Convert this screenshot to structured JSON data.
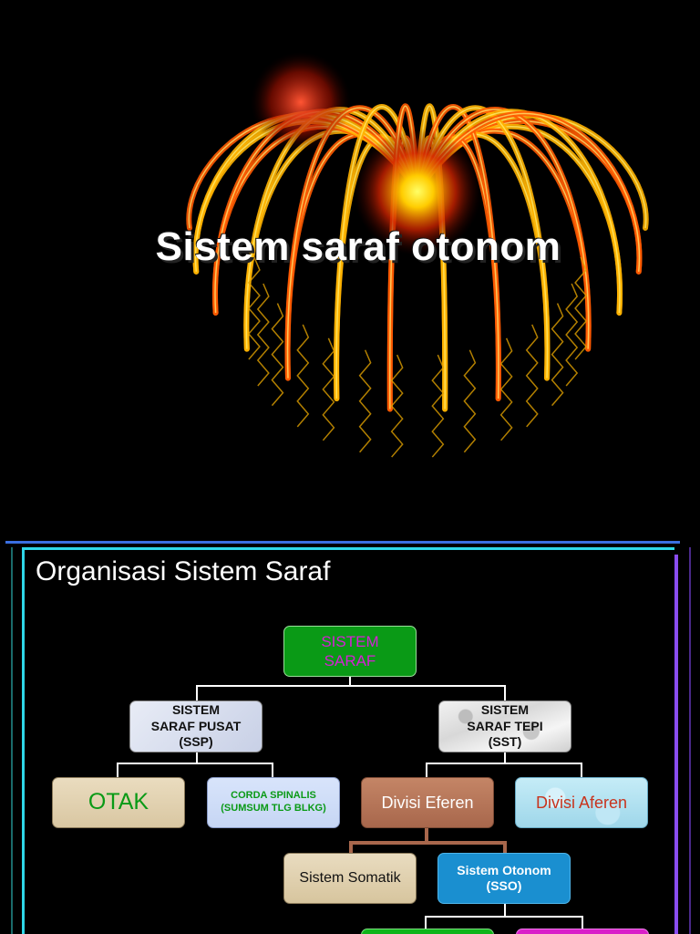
{
  "slide1": {
    "title": "Sistem saraf otonom"
  },
  "slide2": {
    "title": "Organisasi Sistem Saraf",
    "root": {
      "line1": "SISTEM",
      "line2": "SARAF"
    },
    "ssp": {
      "line1": "SISTEM",
      "line2": "SARAF PUSAT",
      "line3": "(SSP)"
    },
    "sst": {
      "line1": "SISTEM",
      "line2": "SARAF TEPI",
      "line3": "(SST)"
    },
    "otak": "OTAK",
    "corda": {
      "line1": "CORDA SPINALIS",
      "line2": "(SUMSUM TLG BLKG)"
    },
    "eferen": "Divisi Eferen",
    "aferen": "Divisi Aferen",
    "somatik": "Sistem Somatik",
    "otonom": {
      "line1": "Sistem Otonom",
      "line2": "(SSO)"
    }
  },
  "colors": {
    "accent_green": "#0a9a16",
    "accent_magenta": "#d61fd6",
    "accent_cyan": "#1a8fd0",
    "frame_cyan": "#2fd6e8",
    "frame_purple": "#8a4df0"
  }
}
